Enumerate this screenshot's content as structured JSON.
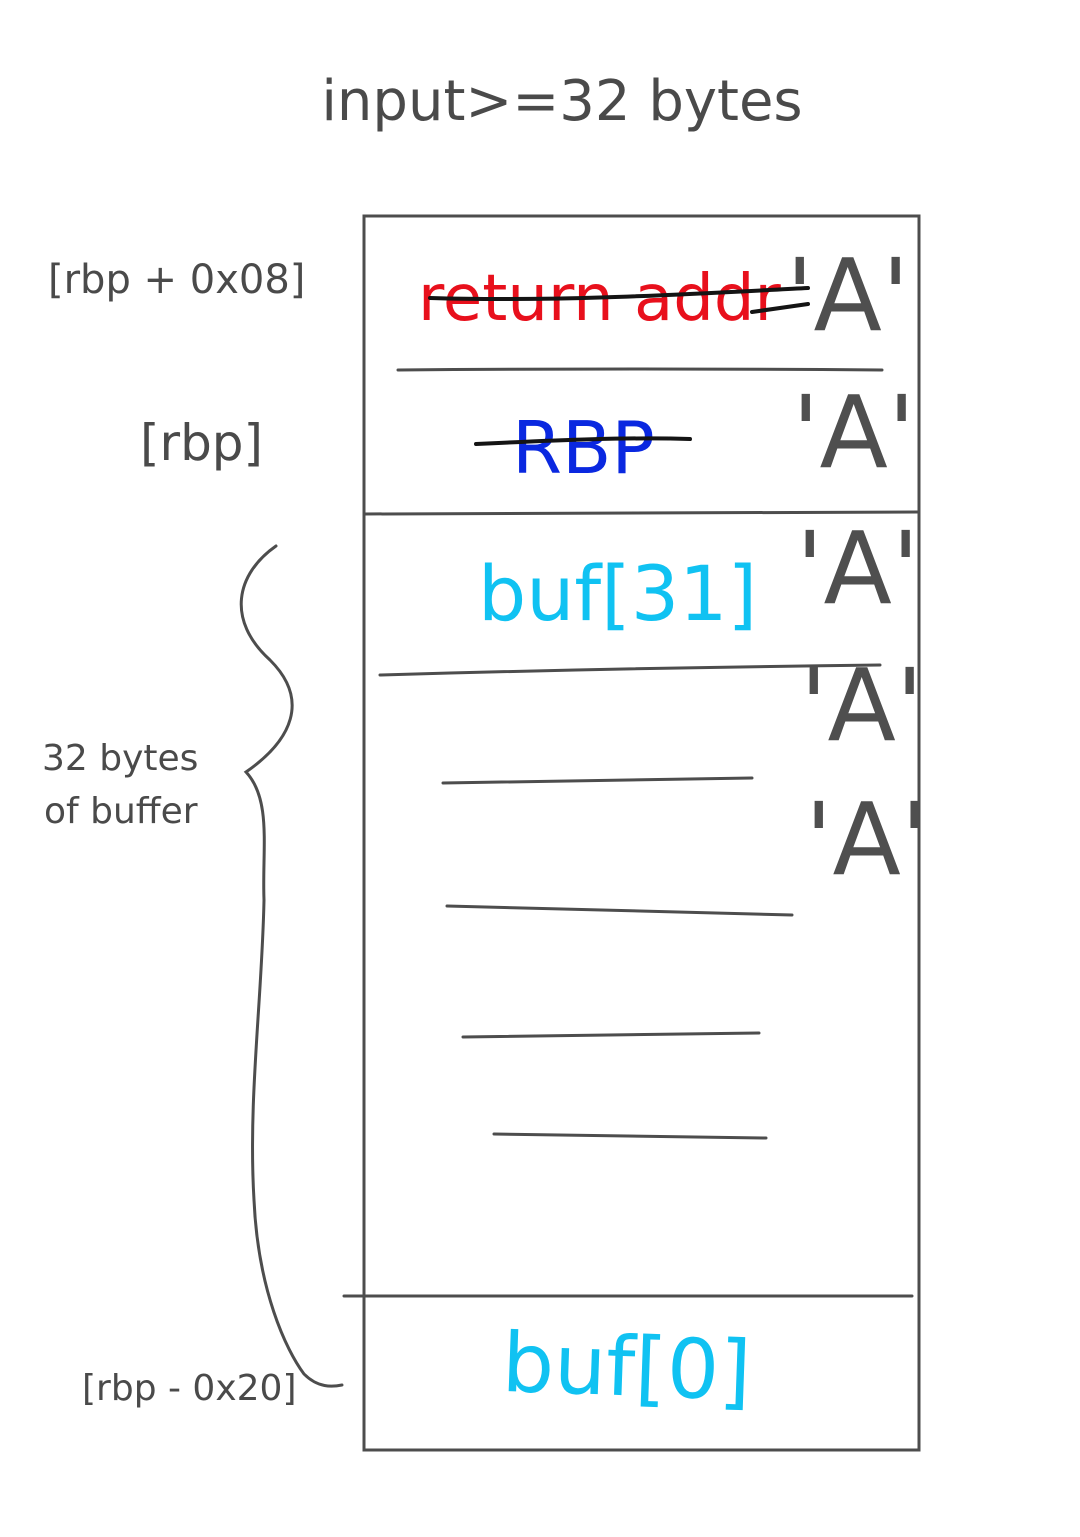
{
  "title": "input>=32 bytes",
  "left_labels": {
    "ret_offset": "[rbp + 0x08]",
    "rbp": "[rbp]",
    "buffer_size_line1": "32 bytes",
    "buffer_size_line2": "of buffer",
    "buf_start": "[rbp - 0x20]"
  },
  "stack_cells": {
    "return_addr": "return addr",
    "saved_rbp": "RBP",
    "buf_top": "buf[31]",
    "buf_bottom": "buf[0]"
  },
  "overflow_bytes": [
    "'A'",
    "'A'",
    "'A'",
    "'A'",
    "'A'"
  ],
  "colors": {
    "return_addr": "#e8101c",
    "saved_rbp": "#0a28e0",
    "buffer": "#10c2f2",
    "ink": "#4d4d4d"
  }
}
